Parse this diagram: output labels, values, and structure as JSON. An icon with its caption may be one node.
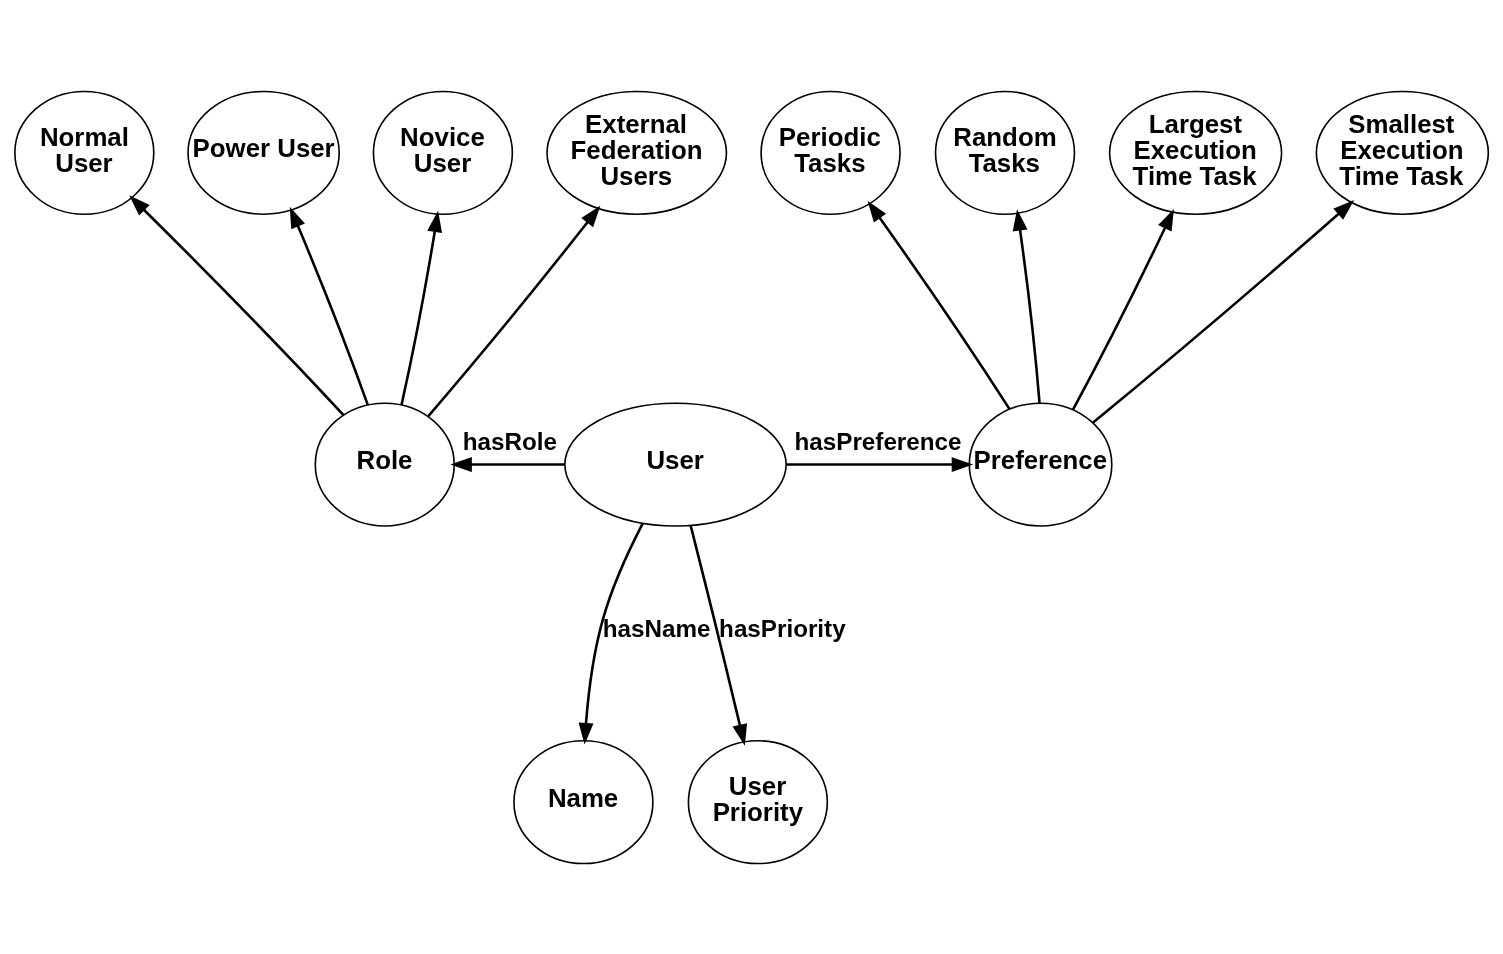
{
  "diagram": {
    "nodes": [
      {
        "text": [
          "Normal User"
        ]
      },
      {
        "text": [
          "Power User"
        ]
      },
      {
        "text": [
          "Novice User"
        ]
      },
      {
        "text": [
          "External Federation Users"
        ]
      },
      {
        "text": [
          "Periodic Tasks"
        ]
      },
      {
        "text": [
          "Random Tasks"
        ]
      },
      {
        "text": [
          "Largest Execution Time Task"
        ]
      },
      {
        "text": [
          "Smallest Execution Time Task"
        ]
      },
      {
        "text": [
          "Role"
        ]
      },
      {
        "text": [
          "User"
        ]
      },
      {
        "text": [
          "Preference"
        ]
      },
      {
        "text": [
          "Name"
        ]
      },
      {
        "text": [
          "User Priority"
        ]
      }
    ],
    "edges": [
      {
        "from": 9,
        "to": 8,
        "arrow": "to",
        "label": "hasRole"
      },
      {
        "from": 9,
        "to": 10,
        "arrow": "to",
        "label": "hasPreference"
      },
      {
        "from": 9,
        "to": 11,
        "arrow": "to",
        "label": "hasName"
      },
      {
        "from": 9,
        "to": 12,
        "arrow": "to",
        "label": "hasPriority"
      },
      {
        "from": 8,
        "to": 0,
        "arrow": "to"
      },
      {
        "from": 8,
        "to": 1,
        "arrow": "to"
      },
      {
        "from": 8,
        "to": 2,
        "arrow": "to"
      },
      {
        "from": 8,
        "to": 3,
        "arrow": "to"
      },
      {
        "from": 10,
        "to": 4,
        "arrow": "to"
      },
      {
        "from": 10,
        "to": 5,
        "arrow": "to"
      },
      {
        "from": 10,
        "to": 6,
        "arrow": "to"
      },
      {
        "from": 10,
        "to": 7,
        "arrow": "to"
      }
    ]
  }
}
